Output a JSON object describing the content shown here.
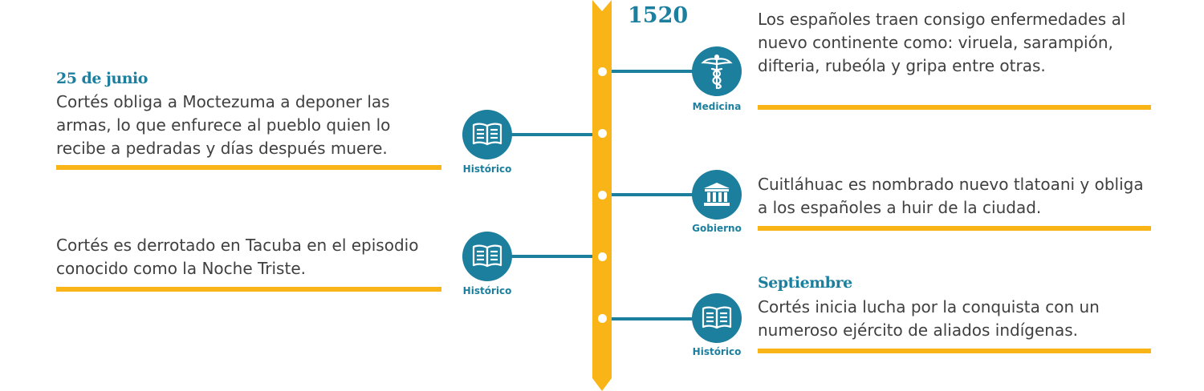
{
  "colors": {
    "accent_yellow": "#f9b418",
    "accent_teal": "#1c7f9e",
    "text": "#404040"
  },
  "year": "1520",
  "events": [
    {
      "date": "",
      "category": "Medicina",
      "icon": "caduceus-icon",
      "text": "Los españoles traen consigo enfermedades al nuevo continente como: viruela, sarampión, difteria, rubeóla y gripa entre otras."
    },
    {
      "date": "25 de junio",
      "category": "Histórico",
      "icon": "book-icon",
      "text": "Cortés obliga a Moctezuma a deponer las armas, lo que enfurece al pueblo quien lo recibe a pedradas y días después muere."
    },
    {
      "date": "",
      "category": "Gobierno",
      "icon": "government-building-icon",
      "text": "Cuitláhuac es nombrado nuevo tlatoani y obliga a los españoles a huir de la ciudad."
    },
    {
      "date": "",
      "category": "Histórico",
      "icon": "book-icon",
      "text": "Cortés es derrotado en Tacuba en el episodio conocido como la Noche Triste."
    },
    {
      "date": "Septiembre",
      "category": "Histórico",
      "icon": "book-icon",
      "text": "Cortés inicia lucha por la conquista con un numeroso ejército de aliados indígenas."
    }
  ]
}
